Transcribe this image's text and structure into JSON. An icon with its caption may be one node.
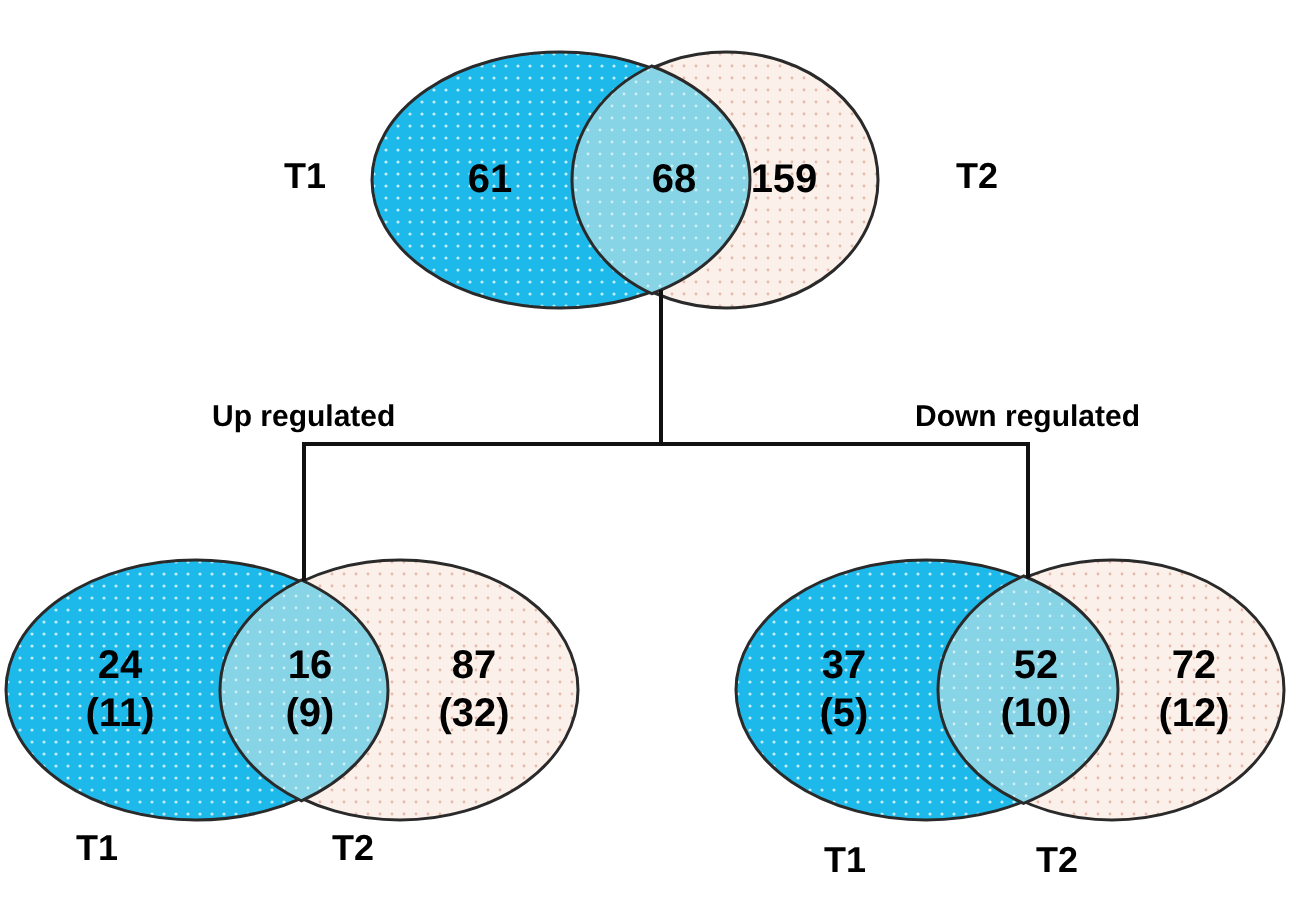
{
  "diagram": {
    "nodes": [
      {
        "text": [
          "61"
        ],
        "beside": [
          "T1"
        ]
      },
      {
        "text": [
          "68"
        ]
      },
      {
        "text": [
          "159"
        ],
        "beside": [
          "T2"
        ]
      },
      {
        "text": [
          "24 (11)"
        ],
        "beside": [
          "T1"
        ]
      },
      {
        "text": [
          "16 (9)"
        ]
      },
      {
        "text": [
          "87 (32)"
        ],
        "beside": [
          "T2"
        ]
      },
      {
        "text": [
          "37 (5)"
        ],
        "beside": [
          "T1"
        ]
      },
      {
        "text": [
          "52 (10)"
        ]
      },
      {
        "text": [
          "72 (12)"
        ],
        "beside": [
          "T2"
        ]
      }
    ],
    "edges": [
      {
        "from": 1,
        "to": 4,
        "arrow": "none",
        "label": "Up regulated"
      },
      {
        "from": 1,
        "to": 7,
        "arrow": "none",
        "label": "Down regulated"
      }
    ]
  }
}
